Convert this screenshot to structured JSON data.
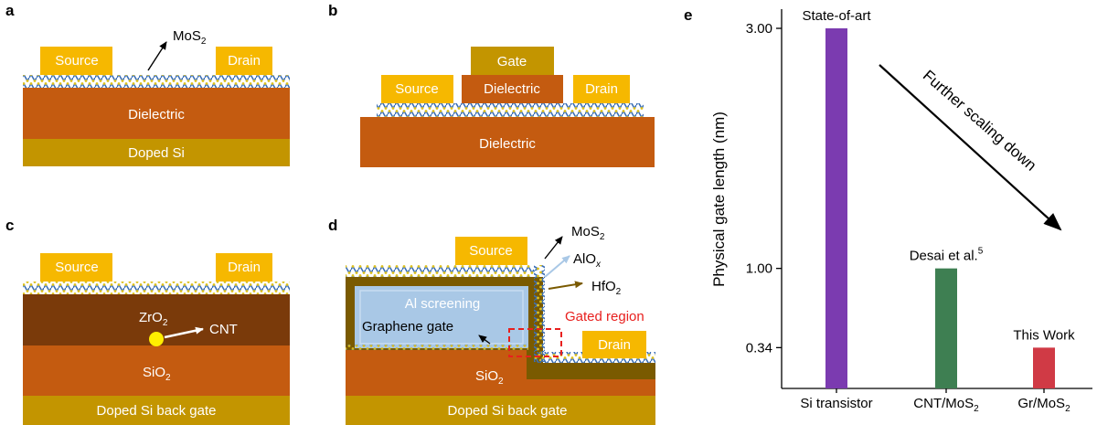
{
  "panels": {
    "a": {
      "letter": "a",
      "source": "Source",
      "drain": "Drain",
      "mos2_main": "MoS",
      "mos2_sub": "2",
      "dielectric": "Dielectric",
      "doped_si": "Doped Si"
    },
    "b": {
      "letter": "b",
      "gate": "Gate",
      "dielectric_top": "Dielectric",
      "source": "Source",
      "drain": "Drain",
      "dielectric_bottom": "Dielectric"
    },
    "c": {
      "letter": "c",
      "source": "Source",
      "drain": "Drain",
      "zro2_main": "ZrO",
      "zro2_sub": "2",
      "cnt": "CNT",
      "sio2_main": "SiO",
      "sio2_sub": "2",
      "back_gate": "Doped Si back gate"
    },
    "d": {
      "letter": "d",
      "source": "Source",
      "drain": "Drain",
      "mos2_main": "MoS",
      "mos2_sub": "2",
      "alox_main": "AlO",
      "alox_sub": "x",
      "hfo2_main": "HfO",
      "hfo2_sub": "2",
      "al_screening": "Al screening",
      "graphene_gate": "Graphene gate",
      "gated_region": "Gated region",
      "sio2_main": "SiO",
      "sio2_sub": "2",
      "back_gate": "Doped Si back gate"
    },
    "e": {
      "letter": "e",
      "annotation_arrow": "Further scaling down",
      "ref_sup": "5"
    }
  },
  "colors": {
    "contact": "#f6b800",
    "dielectric": "#c45b10",
    "doped_si": "#c39500",
    "zro2": "#7a3a0a",
    "hfo2": "#7a5a00",
    "screening": "#a9c8e6",
    "gated_region": "#e8201e",
    "bar_si": "#7b3bb0",
    "bar_cnt": "#3e7f52",
    "bar_gr": "#d03a45"
  },
  "chart_data": {
    "type": "bar",
    "categories": [
      "Si transistor",
      "CNT/MoS2",
      "Gr/MoS2"
    ],
    "category_labels": [
      {
        "main": "Si transistor",
        "sub": ""
      },
      {
        "main": "CNT/MoS",
        "sub": "2"
      },
      {
        "main": "Gr/MoS",
        "sub": "2"
      }
    ],
    "values": [
      3.0,
      1.0,
      0.34
    ],
    "bar_labels": [
      "State-of-art",
      "Desai et al.",
      "This Work"
    ],
    "ylabel": "Physical gate length (nm)",
    "yticks": [
      0.34,
      1.0,
      3.0
    ],
    "ytick_labels": [
      "0.34",
      "1.00",
      "3.00"
    ],
    "ylim": [
      0,
      3.16
    ],
    "grid": false
  }
}
